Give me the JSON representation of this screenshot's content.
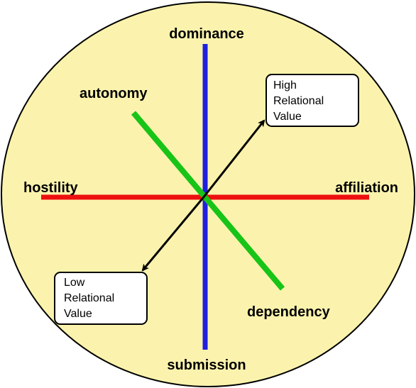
{
  "colors": {
    "circle_fill": "#fbf3ad",
    "circle_stroke": "#000000",
    "dominance_axis": "#1f1fe0",
    "affiliation_axis": "#ee1010",
    "autonomy_axis": "#17c417",
    "arrow": "#000000"
  },
  "labels": {
    "dominance": "dominance",
    "submission": "submission",
    "hostility": "hostility",
    "affiliation": "affiliation",
    "autonomy": "autonomy",
    "dependency": "dependency"
  },
  "boxes": {
    "high": {
      "line1": "High",
      "line2": "Relational",
      "line3": "Value"
    },
    "low": {
      "line1": "Low",
      "line2": "Relational",
      "line3": "Value"
    }
  }
}
